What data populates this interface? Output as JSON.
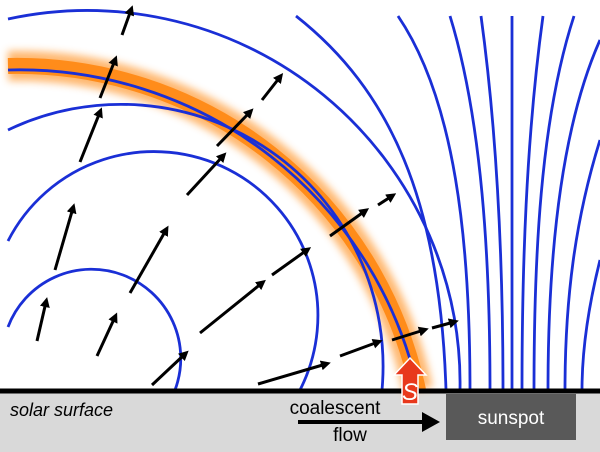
{
  "labels": {
    "surface": "solar surface",
    "flow_line1": "coalescent",
    "flow_line2": "flow",
    "sunspot": "sunspot",
    "s_marker": "S"
  },
  "colors": {
    "field_line": "#1a2fd6",
    "highlight_glow": "#ff8c1a",
    "arrow": "#000000",
    "surface_fill": "#d9d9d9",
    "sunspot_fill": "#595959",
    "s_marker_fill": "#e8381c"
  }
}
